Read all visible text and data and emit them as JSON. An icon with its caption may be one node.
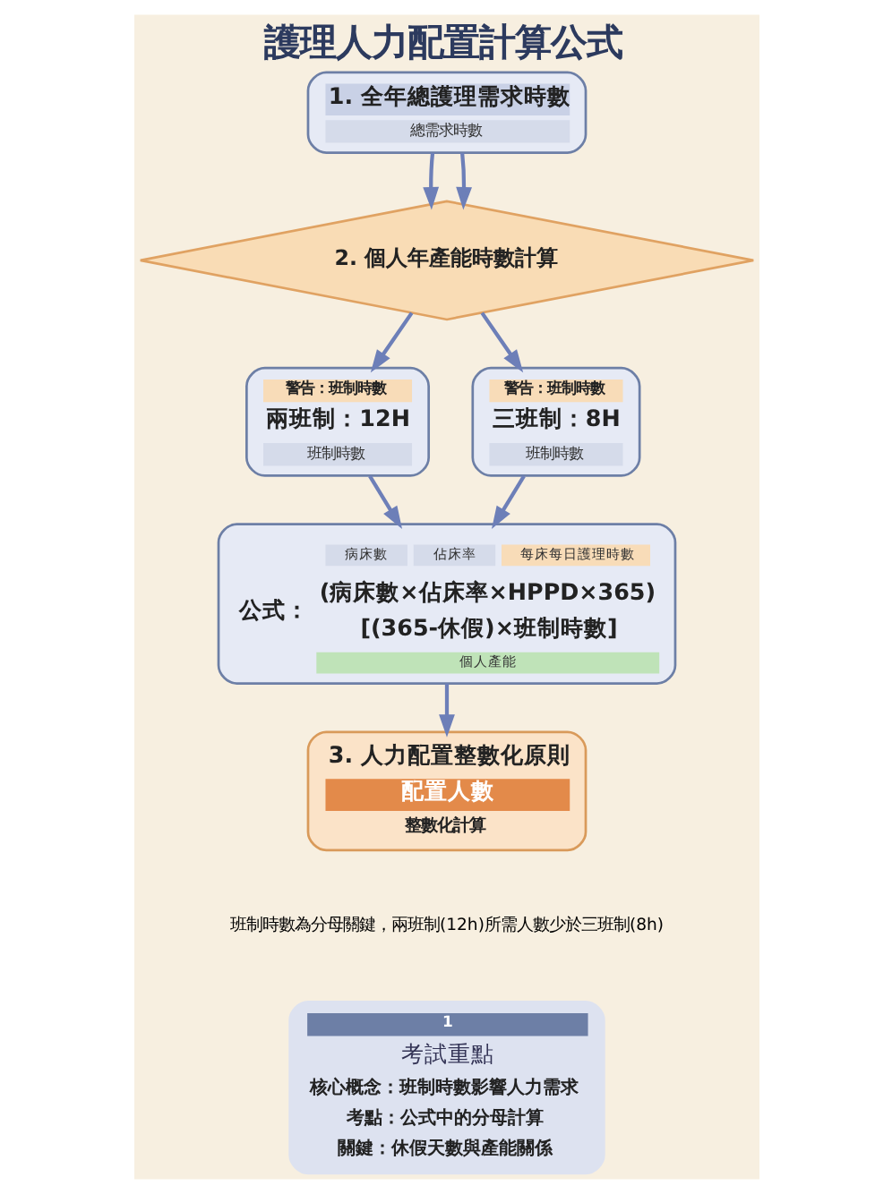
{
  "diagram": {
    "title": "護理人力配置計算公式",
    "nodes": [
      {
        "text": [
          "1. 全年總護理需求時數",
          "總需求時數"
        ]
      },
      {
        "text": [
          "2. 個人年產能時數計算"
        ]
      },
      {
        "text": [
          "警告：班制時數",
          "兩班制：12H",
          "班制時數"
        ]
      },
      {
        "text": [
          "警告：班制時數",
          "三班制：8H",
          "班制時數"
        ]
      },
      {
        "text": [
          "病床數",
          "佔床率",
          "每床每日護理時數",
          "公式：",
          "(病床數×佔床率×HPPD×365)",
          "[(365-休假)×班制時數]",
          "個人產能"
        ]
      },
      {
        "text": [
          "3. 人力配置整數化原則",
          "配置人數",
          "整數化計算"
        ]
      },
      {
        "text": [
          "1",
          "考試重點",
          "核心概念：班制時數影響人力需求",
          "考點：公式中的分母計算",
          "關鍵：休假天數與產能關係"
        ]
      }
    ],
    "edges": [
      {
        "from": 0,
        "to": 1,
        "arrow": "to"
      },
      {
        "from": 0,
        "to": 1,
        "arrow": "to"
      },
      {
        "from": 1,
        "to": 2,
        "arrow": "to"
      },
      {
        "from": 1,
        "to": 3,
        "arrow": "to"
      },
      {
        "from": 2,
        "to": 4,
        "arrow": "to"
      },
      {
        "from": 3,
        "to": 4,
        "arrow": "to"
      },
      {
        "from": 4,
        "to": 5,
        "arrow": "to"
      }
    ],
    "labels": [
      "班制時數為分母關鍵，兩班制(12h)所需人數少於三班制(8h)"
    ]
  }
}
